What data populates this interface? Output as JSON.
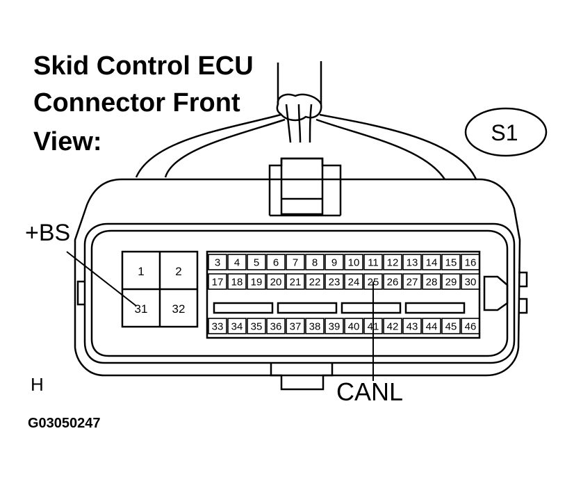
{
  "title_lines": [
    "Skid Control ECU",
    "Connector Front",
    "View:"
  ],
  "connector_code": "S1",
  "figure_code": "G03050247",
  "corner_label": "H",
  "pin_labels": {
    "bs": "+BS",
    "canl": "CANL"
  },
  "power_block": {
    "top": [
      "1",
      "2"
    ],
    "bottom": [
      "31",
      "32"
    ]
  },
  "signal_rows": {
    "row1": [
      "3",
      "4",
      "5",
      "6",
      "7",
      "8",
      "9",
      "10",
      "11",
      "12",
      "13",
      "14",
      "15",
      "16"
    ],
    "row2": [
      "17",
      "18",
      "19",
      "20",
      "21",
      "22",
      "23",
      "24",
      "25",
      "26",
      "27",
      "28",
      "29",
      "30"
    ],
    "row3": [
      "33",
      "34",
      "35",
      "36",
      "37",
      "38",
      "39",
      "40",
      "41",
      "42",
      "43",
      "44",
      "45",
      "46"
    ]
  }
}
